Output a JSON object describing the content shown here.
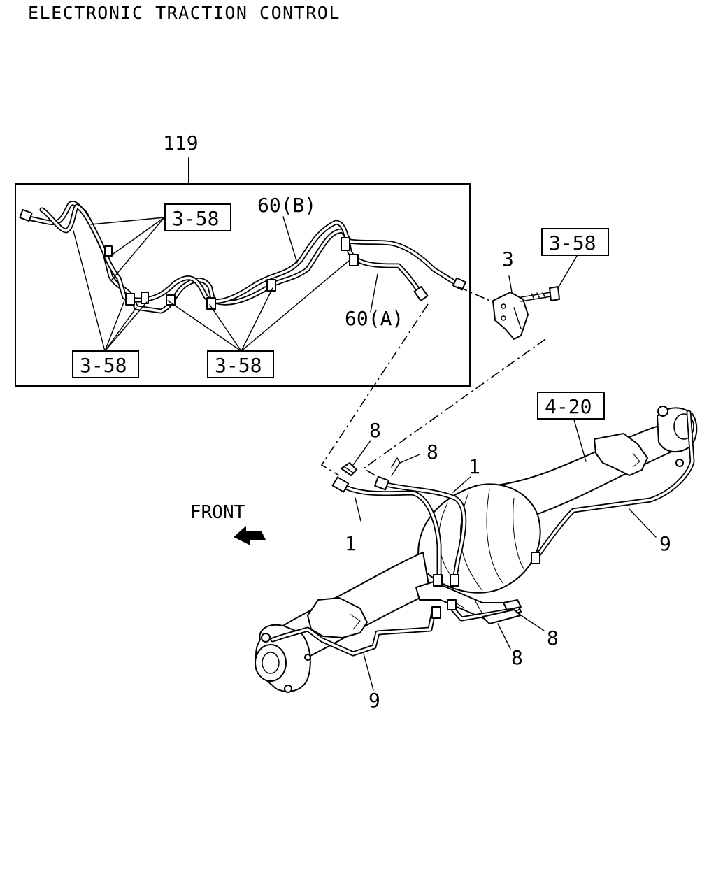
{
  "title": "ELECTRONIC TRACTION CONTROL",
  "front_label": "FRONT",
  "callouts": {
    "assembly": "119",
    "pipe_b": "60(B)",
    "pipe_a": "60(A)",
    "clip_ref_1": "3-58",
    "clip_ref_2": "3-58",
    "clip_ref_3": "3-58",
    "bolt_ref": "3-58",
    "bracket": "3",
    "axle_ref": "4-20",
    "clip_a": "8",
    "clip_b": "8",
    "clip_c": "8",
    "clip_d": "8",
    "hose_left": "1",
    "hose_right": "1",
    "pipe_right": "9",
    "pipe_left": "9"
  }
}
